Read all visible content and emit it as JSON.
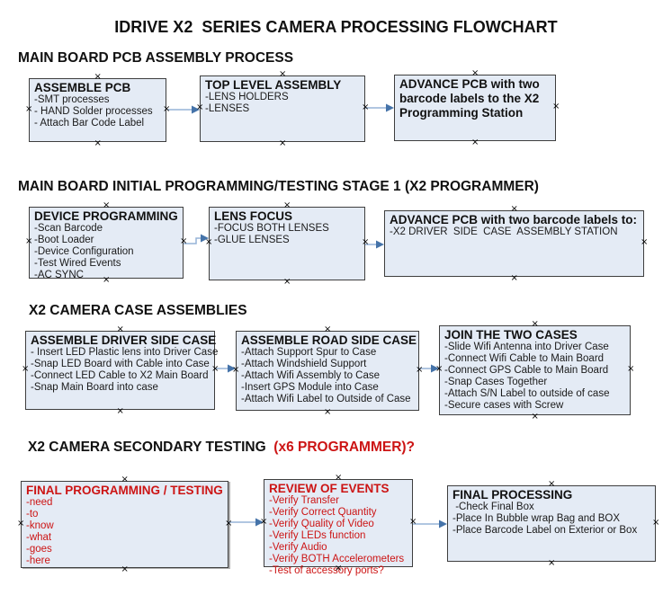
{
  "title": "IDRIVE X2  SERIES CAMERA PROCESSING FLOWCHART",
  "colors": {
    "box_fill": "#e4ebf5",
    "box_border": "#3e3e3e",
    "arrow_line": "#95b3d7",
    "arrow_head": "#4573a9",
    "red_text": "#cc1414",
    "black_text": "#111111",
    "background": "#ffffff"
  },
  "icons": {
    "selection_handle_glyph": "×"
  },
  "sections": [
    {
      "heading": "MAIN BOARD PCB ASSEMBLY PROCESS",
      "boxes": [
        {
          "title": "ASSEMBLE PCB",
          "items": [
            "-SMT processes",
            "- HAND Solder processes",
            "- Attach Bar Code Label"
          ]
        },
        {
          "title": "TOP LEVEL ASSEMBLY",
          "items": [
            "-LENS HOLDERS",
            "-LENSES"
          ]
        },
        {
          "title": "ADVANCE PCB with two barcode labels to the X2 Programming Station",
          "items": []
        }
      ]
    },
    {
      "heading": "MAIN BOARD INITIAL PROGRAMMING/TESTING STAGE 1 (X2 PROGRAMMER)",
      "boxes": [
        {
          "title": "DEVICE PROGRAMMING",
          "items": [
            "-Scan Barcode",
            "-Boot Loader",
            "-Device Configuration",
            "-Test Wired Events",
            "-AC SYNC"
          ]
        },
        {
          "title": "LENS FOCUS",
          "items": [
            "-FOCUS BOTH LENSES",
            "-GLUE LENSES"
          ]
        },
        {
          "title": "ADVANCE PCB with two barcode labels to:",
          "items": [
            "-X2 DRIVER  SIDE  CASE  ASSEMBLY STATION"
          ]
        }
      ]
    },
    {
      "heading": "X2 CAMERA CASE ASSEMBLIES",
      "boxes": [
        {
          "title": "ASSEMBLE DRIVER SIDE CASE",
          "items": [
            "- Insert LED Plastic lens into Driver Case",
            "-Snap LED Board with Cable into Case",
            "-Connect LED Cable to X2 Main Board",
            "-Snap Main Board into case"
          ]
        },
        {
          "title": "ASSEMBLE ROAD SIDE CASE",
          "items": [
            "-Attach Support Spur to Case",
            "-Attach Windshield Support",
            "-Attach Wifi Assembly to Case",
            "-Insert GPS Module into Case",
            "-Attach Wifi Label to Outside of Case"
          ]
        },
        {
          "title": "JOIN THE TWO CASES",
          "items": [
            "-Slide Wifi Antenna into Driver Case",
            "-Connect Wifi Cable to Main Board",
            "-Connect GPS Cable to Main Board",
            "-Snap Cases Together",
            "-Attach S/N Label to outside of case",
            "-Secure cases with Screw"
          ]
        }
      ]
    },
    {
      "heading_black": "X2 CAMERA SECONDARY TESTING",
      "heading_red": "  (x6 PROGRAMMER)?",
      "boxes": [
        {
          "title": "FINAL PROGRAMMING / TESTING",
          "items": [
            "-need",
            "-to",
            "-know",
            "-what",
            "-goes",
            "-here"
          ]
        },
        {
          "title": "REVIEW OF EVENTS",
          "items": [
            "-Verify Transfer",
            "-Verify Correct Quantity",
            "-Verify Quality of Video",
            "-Verify LEDs function",
            "-Verify Audio",
            "-Verify BOTH Accelerometers",
            "-Test of accessory ports?"
          ]
        },
        {
          "title": "FINAL PROCESSING",
          "items": [
            " -Check Final Box",
            "-Place In Bubble wrap Bag and BOX",
            "-Place Barcode Label on Exterior or Box"
          ]
        }
      ]
    }
  ]
}
